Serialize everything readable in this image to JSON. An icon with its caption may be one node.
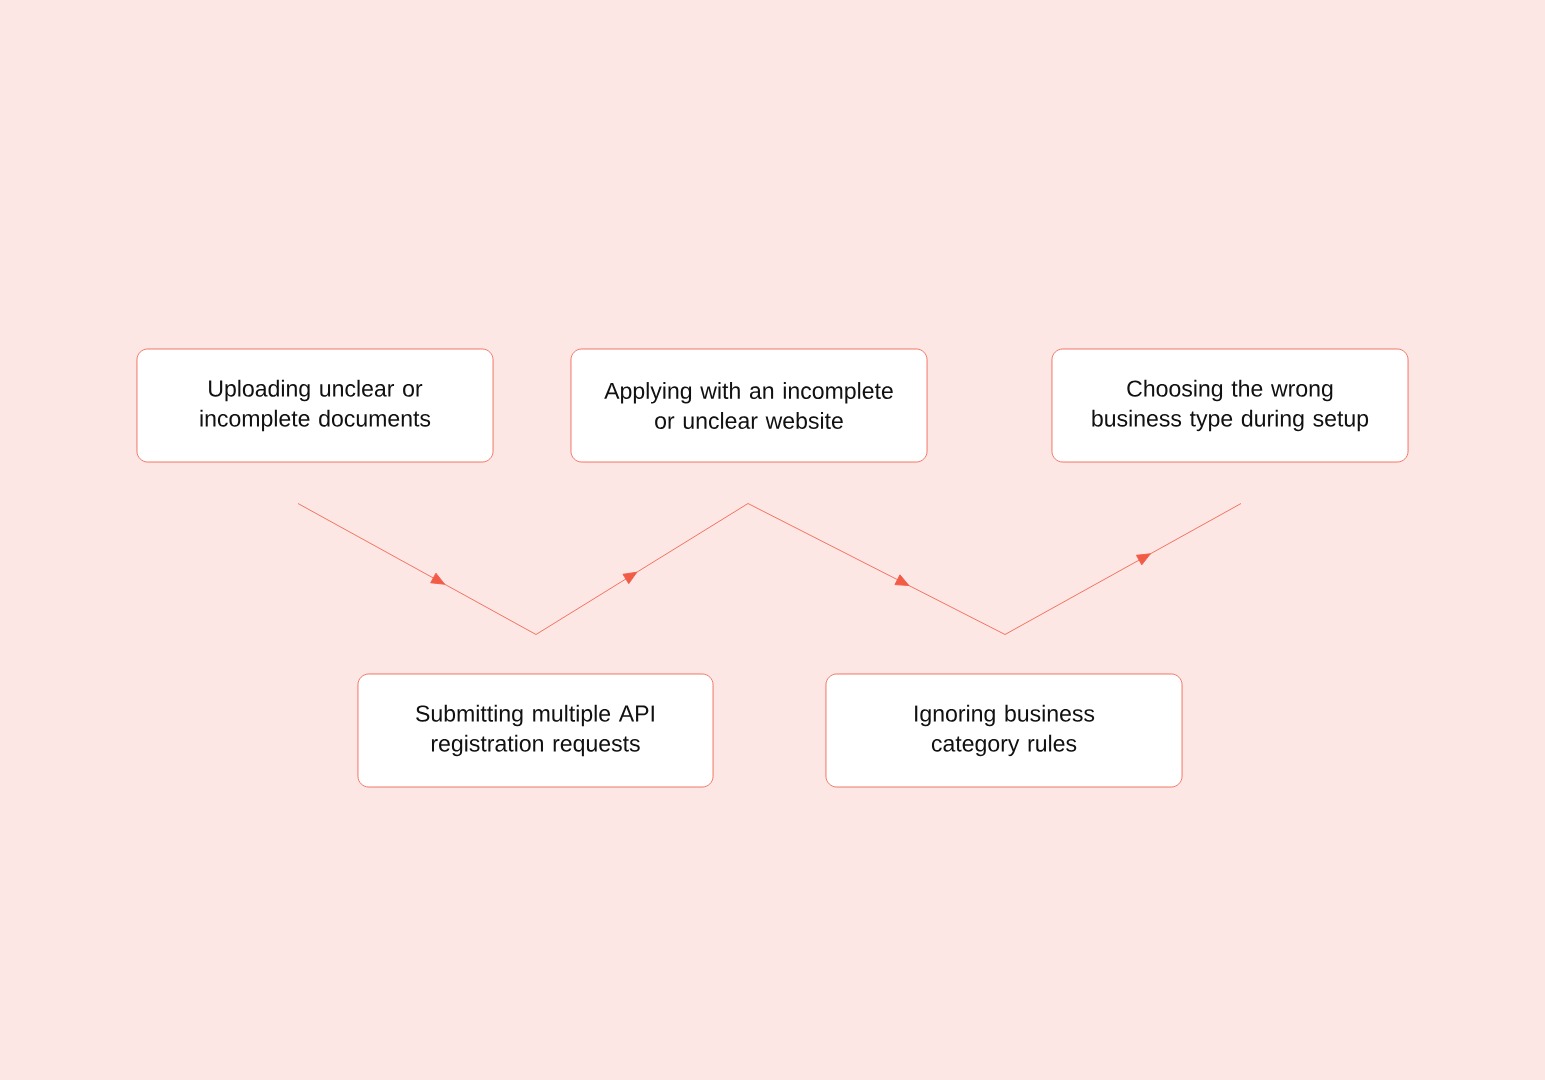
{
  "diagram": {
    "nodes": [
      {
        "text": [
          "Uploading unclear or incomplete documents"
        ]
      },
      {
        "text": [
          "Applying with an incomplete or unclear website"
        ]
      },
      {
        "text": [
          "Choosing the wrong business type during setup"
        ]
      },
      {
        "text": [
          "Submitting multiple API registration requests"
        ]
      },
      {
        "text": [
          "Ignoring business category rules"
        ]
      }
    ],
    "edges": [
      {
        "from": 0,
        "to": 3,
        "arrow": "to"
      },
      {
        "from": 3,
        "to": 1,
        "arrow": "to"
      },
      {
        "from": 1,
        "to": 4,
        "arrow": "to"
      },
      {
        "from": 4,
        "to": 2,
        "arrow": "to"
      }
    ]
  }
}
